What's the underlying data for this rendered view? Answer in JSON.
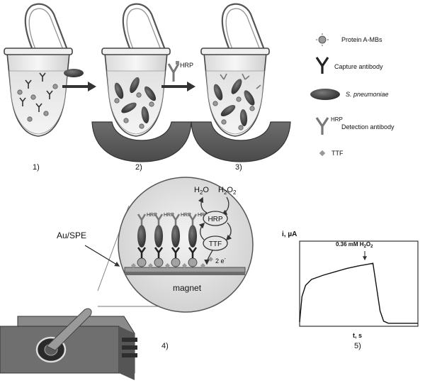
{
  "legend": {
    "protein_a_mbs": "Protein A-MBs",
    "capture_antibody": "Capture antibody",
    "s_pneumoniae": "S. pneumoniae",
    "hrp_sup": "HRP",
    "detection_antibody": "Detection antibody",
    "ttf": "TTF"
  },
  "steps": {
    "step1": "1)",
    "step2": "2)",
    "step3": "3)",
    "step4": "4)",
    "step5": "5)"
  },
  "arrow2_label": "HRP",
  "inset": {
    "h2o_base": "H",
    "h2o_sub": "2",
    "h2o_tail": "O",
    "h2o2_base": "H",
    "h2o2_sub1": "2",
    "h2o2_mid": "O",
    "h2o2_sub2": "2",
    "hrp_node": "HRP",
    "ttf_node": "TTF",
    "electrons": "2 e",
    "electrons_sup": "-",
    "magnet": "magnet",
    "antibody_tag": "HRP"
  },
  "electrode_label": "Au/SPE",
  "graph": {
    "ylabel": "i, µA",
    "xlabel": "t, s",
    "annot_base": "0.36 mM H",
    "annot_sub1": "2",
    "annot_mid": "O",
    "annot_sub2": "2",
    "trace": [
      {
        "t": 0.0,
        "i": 0.05
      },
      {
        "t": 0.02,
        "i": 0.35
      },
      {
        "t": 0.05,
        "i": 0.48
      },
      {
        "t": 0.1,
        "i": 0.55
      },
      {
        "t": 0.2,
        "i": 0.6
      },
      {
        "t": 0.3,
        "i": 0.64
      },
      {
        "t": 0.4,
        "i": 0.68
      },
      {
        "t": 0.5,
        "i": 0.71
      },
      {
        "t": 0.58,
        "i": 0.73
      },
      {
        "t": 0.62,
        "i": 0.74
      },
      {
        "t": 0.68,
        "i": 0.18
      },
      {
        "t": 0.71,
        "i": 0.06
      },
      {
        "t": 0.75,
        "i": 0.035
      },
      {
        "t": 1.0,
        "i": 0.035
      }
    ]
  }
}
